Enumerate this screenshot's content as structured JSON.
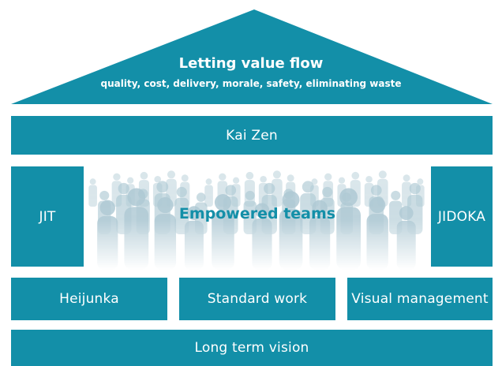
{
  "roof": {
    "title": "Letting value flow",
    "subtitle": "quality, cost, delivery, morale, safety, eliminating waste"
  },
  "kaizen": "Kai Zen",
  "pillars": {
    "left": "JIT",
    "right": "JIDOKA"
  },
  "center": "Empowered teams",
  "foundation_blocks": [
    "Heijunka",
    "Standard work",
    "Visual management"
  ],
  "base": "Long term vision",
  "colors": {
    "primary": "#138fa8",
    "crowd": "#a9c6d1"
  }
}
